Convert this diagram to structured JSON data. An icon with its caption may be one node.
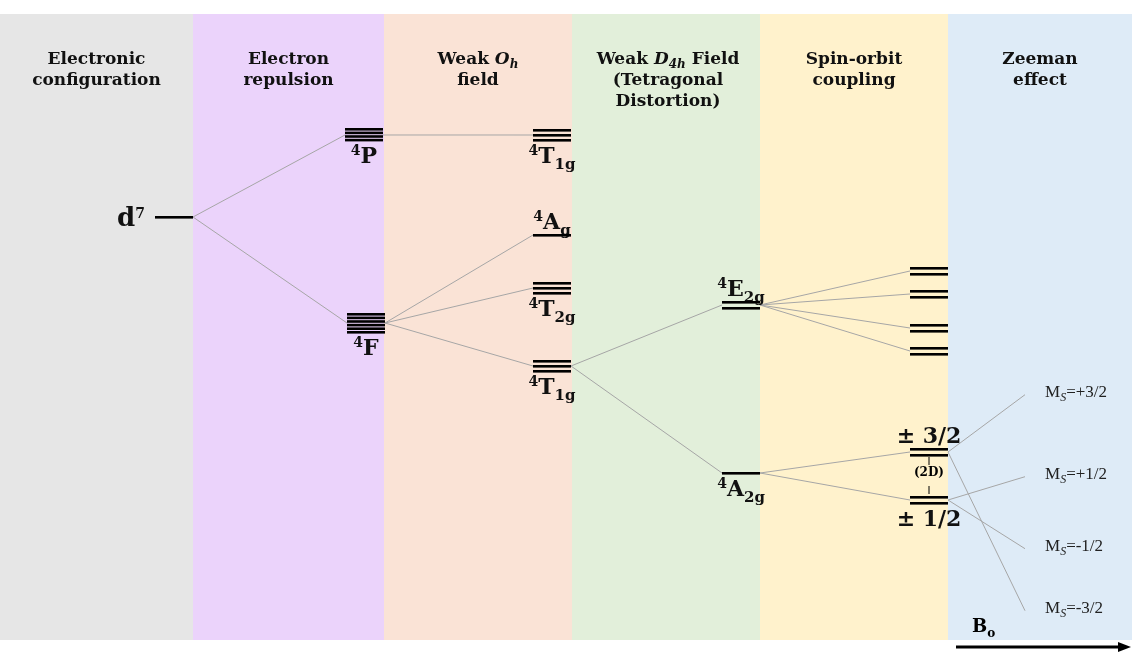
{
  "diagram": {
    "nodes": [
      {
        "text": [
          "Electronic configuration"
        ]
      },
      {
        "text": [
          "Electron repulsion"
        ]
      },
      {
        "text": [
          "Weak *O*$_{h}$ field"
        ]
      },
      {
        "text": [
          "Weak *D*$_{4h}$ Field (Tetragonal Distortion)"
        ]
      },
      {
        "text": [
          "Spin-orbit coupling"
        ]
      },
      {
        "text": [
          "Zeeman effect"
        ]
      },
      {
        "text": [
          "d$^{7}$"
        ],
        "in": 0
      },
      {
        "text": [
          "$^{4}$P"
        ],
        "in": 1
      },
      {
        "text": [
          "$^{4}$F"
        ],
        "in": 1
      },
      {
        "text": [
          "$^{4}$T$_{1g}$"
        ],
        "in": 2
      },
      {
        "text": [
          "$^{4}$A$_{g}$"
        ],
        "in": 2
      },
      {
        "text": [
          "$^{4}$T$_{2g}$"
        ],
        "in": 2
      },
      {
        "text": [
          "$^{4}$T$_{1g}$"
        ],
        "in": 2
      },
      {
        "text": [
          "$^{4}$E$_{2g}$"
        ],
        "in": 3
      },
      {
        "text": [
          "$^{4}$A$_{2g}$"
        ],
        "in": 3
      },
      {
        "text": [],
        "shape": "bar",
        "in": 4
      },
      {
        "text": [],
        "shape": "bar",
        "in": 4
      },
      {
        "text": [],
        "shape": "bar",
        "in": 4
      },
      {
        "text": [],
        "shape": "bar",
        "in": 4
      },
      {
        "text": [
          "± 3/2"
        ],
        "in": 4
      },
      {
        "text": [
          "± 1/2"
        ],
        "in": 4
      },
      {
        "text": [
          "M$_{S}$=+3/2"
        ],
        "in": 5
      },
      {
        "text": [
          "M$_{S}$=+1/2"
        ],
        "in": 5
      },
      {
        "text": [
          "M$_{S}$=-1/2"
        ],
        "in": 5
      },
      {
        "text": [
          "M$_{S}$=-3/2"
        ],
        "in": 5
      }
    ],
    "edges": [
      {
        "from": 6,
        "to": 7,
        "arrow": "none"
      },
      {
        "from": 6,
        "to": 8,
        "arrow": "none"
      },
      {
        "from": 7,
        "to": 9,
        "arrow": "none"
      },
      {
        "from": 8,
        "to": 10,
        "arrow": "none"
      },
      {
        "from": 8,
        "to": 11,
        "arrow": "none"
      },
      {
        "from": 8,
        "to": 12,
        "arrow": "none"
      },
      {
        "from": 12,
        "to": 13,
        "arrow": "none"
      },
      {
        "from": 12,
        "to": 14,
        "arrow": "none"
      },
      {
        "from": 13,
        "to": 15,
        "arrow": "none"
      },
      {
        "from": 13,
        "to": 16,
        "arrow": "none"
      },
      {
        "from": 13,
        "to": 17,
        "arrow": "none"
      },
      {
        "from": 13,
        "to": 18,
        "arrow": "none"
      },
      {
        "from": 14,
        "to": 19,
        "arrow": "none"
      },
      {
        "from": 14,
        "to": 20,
        "arrow": "none"
      },
      {
        "from": 19,
        "to": 21,
        "arrow": "none"
      },
      {
        "from": 19,
        "to": 24,
        "arrow": "none"
      },
      {
        "from": 20,
        "to": 22,
        "arrow": "none"
      },
      {
        "from": 20,
        "to": 23,
        "arrow": "none"
      }
    ],
    "labels": [
      "(2D)",
      "B$_{o}$"
    ]
  }
}
